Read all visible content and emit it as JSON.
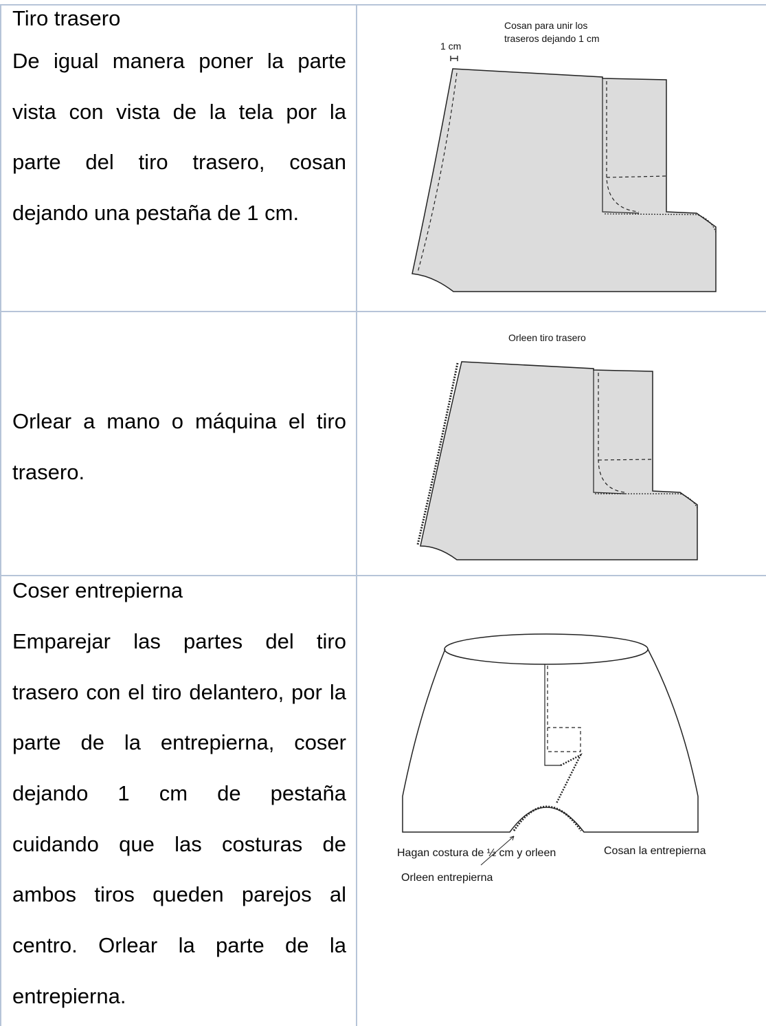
{
  "rows": [
    {
      "heading": "Tiro trasero",
      "lines": [
        "De igual manera poner la parte",
        "vista con vista de la tela por la",
        "parte del tiro trasero, cosan",
        "dejando una pestaña de 1 cm."
      ],
      "figure": {
        "measure_label": "1 cm",
        "caption_line1": "Cosan para unir los",
        "caption_line2": "traseros dejando 1 cm"
      }
    },
    {
      "heading": "",
      "lines": [
        "Orlear a mano o máquina el tiro",
        "trasero."
      ],
      "figure": {
        "caption": "Orleen tiro trasero"
      }
    },
    {
      "heading": "Coser entrepierna",
      "lines": [
        "Emparejar las partes del tiro",
        "trasero con el tiro delantero, por la",
        "parte de la entrepierna, coser",
        "dejando 1 cm de pestaña",
        "cuidando que las costuras de",
        "ambos tiros queden parejos al",
        "centro. Orlear la parte de la",
        "entrepierna."
      ],
      "figure": {
        "label_seam": "Hagan costura de ½ cm y orleen",
        "label_crotch": "Cosan la entrepierna",
        "label_overlock": "Orleen entrepierna"
      }
    }
  ],
  "colors": {
    "grid": "#b6c4d8",
    "fabric": "#dcdcdc",
    "outline": "#222222"
  }
}
